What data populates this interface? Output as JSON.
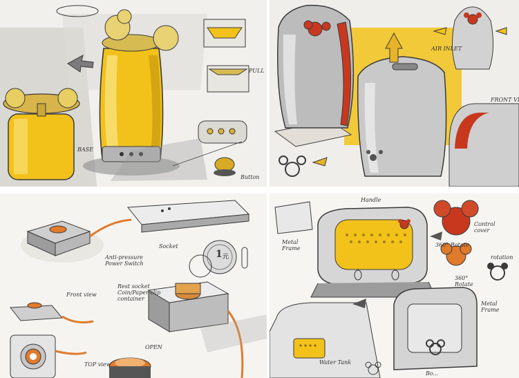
{
  "panels": {
    "p1": {
      "labels": {
        "base": "BASE",
        "button": "Button",
        "pull_up": "PULL UP"
      }
    },
    "p2": {
      "labels": {
        "air_inlet": "AIR INLET",
        "front_view": "FRONT VIEW"
      }
    },
    "p3": {
      "labels": {
        "power_switch": "Anti-pressure Power Switch",
        "socket": "Socket",
        "coin_container": "Rest socket Coin/Paper-clip container",
        "front_view": "Front view",
        "open": "OPEN",
        "top_view": "TOP view"
      },
      "coin": {
        "denomination": "1",
        "currency_glyph": "元"
      }
    },
    "p4": {
      "labels": {
        "handle": "Handle",
        "metal_frame_top": "Metal Frame",
        "control_cover": "Control cover",
        "rotate_360_top": "360° Rotate",
        "rotate_360": "360° Rotate",
        "rotation": "rotation",
        "metal_frame": "Metal Frame",
        "water_tank": "Water Tank",
        "bottom": "Bo..."
      }
    }
  },
  "colors": {
    "accent_yellow": "#f2c21a",
    "accent_orange": "#e07a2c",
    "accent_red": "#c2371f",
    "marker_gray": "#9a9a9a",
    "ink": "#3a3a3a"
  }
}
